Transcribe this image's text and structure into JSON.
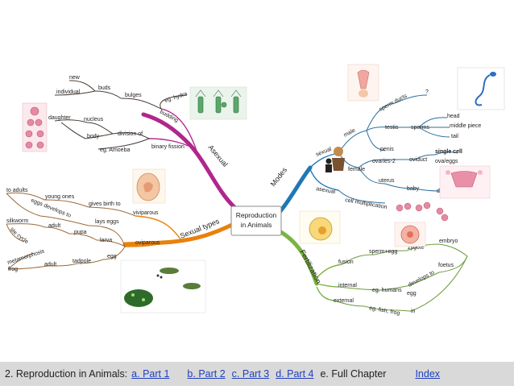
{
  "center": {
    "line1": "Reproduction",
    "line2": "in Animals"
  },
  "branches": {
    "asexual": "Asexual",
    "sexual_types": "Sexual types",
    "modes": "Modes",
    "fertilization": "Fertilization"
  },
  "asexual": {
    "new": "new",
    "individual": "individual",
    "buds": "buds",
    "bulges": "bulges",
    "eg_hydra": "eg. hydra",
    "budding": "budding",
    "daughter": "daughter",
    "nucleus": "nucleus",
    "body": "body",
    "division_of": "division of",
    "eg_amoeba": "eg. Amoeba",
    "binary_fission": "binary fission"
  },
  "sexual_types": {
    "to_adults": "to adults",
    "young_ones": "young ones",
    "gives_birth_to": "gives birth to",
    "viviparous": "viviparous",
    "eggs_develops_to": "eggs develops to",
    "lays_eggs": "lays eggs",
    "silkworm": "silkworm",
    "adult": "adult",
    "pupa": "pupa",
    "life_cycle": "life cycle",
    "larva": "larva",
    "oviparous": "oviparous",
    "metamorphosis": "metamorphosis",
    "frog": "frog",
    "adult2": "adult",
    "tadpole": "tadpole",
    "egg": "egg"
  },
  "modes": {
    "question": "?",
    "sperm_ducts": "sperm ducts",
    "head": "head",
    "male": "male",
    "testis": "testis",
    "sperms": "sperms",
    "middle_piece": "middle piece",
    "tail": "tail",
    "sexual": "sexual",
    "penis": "penis",
    "single_cell": "single cell",
    "ovaries": "ovaries-2",
    "oviduct": "oviduct",
    "ova_eggs": "ova/eggs",
    "female": "female",
    "uterus": "uterus",
    "baby": "baby",
    "develops": "develops",
    "asexual": "asexual",
    "cell_multiplication": "cell multiplication"
  },
  "fertilization": {
    "sperm_egg": "sperm+egg",
    "zygote": "zygote",
    "embryo": "embryo",
    "fusion": "fusion",
    "foetus": "foetus",
    "internal": "internal",
    "develops_to": "develops to",
    "eg_humans": "eg. humans",
    "external": "external",
    "egg": "egg",
    "eg_fish_frog": "eg. fish, frog",
    "in": "in"
  },
  "footer": {
    "prefix": "2. Reproduction in Animals:",
    "part1": "a. Part 1",
    "part2": "b. Part 2",
    "part3": "c. Part 3",
    "part4": "d. Part 4",
    "full": "e. Full Chapter",
    "index": "Index"
  },
  "colors": {
    "asexual": "#b0268c",
    "sexual_types": "#e8820c",
    "modes": "#1f78b4",
    "fertilization": "#7cb342",
    "sub_brown": "#9b6a3c",
    "sub_blue": "#2a6f9e",
    "sub_green": "#6c9a3a",
    "footer_bg": "#d9d9d9",
    "link": "#1f3fbf"
  }
}
